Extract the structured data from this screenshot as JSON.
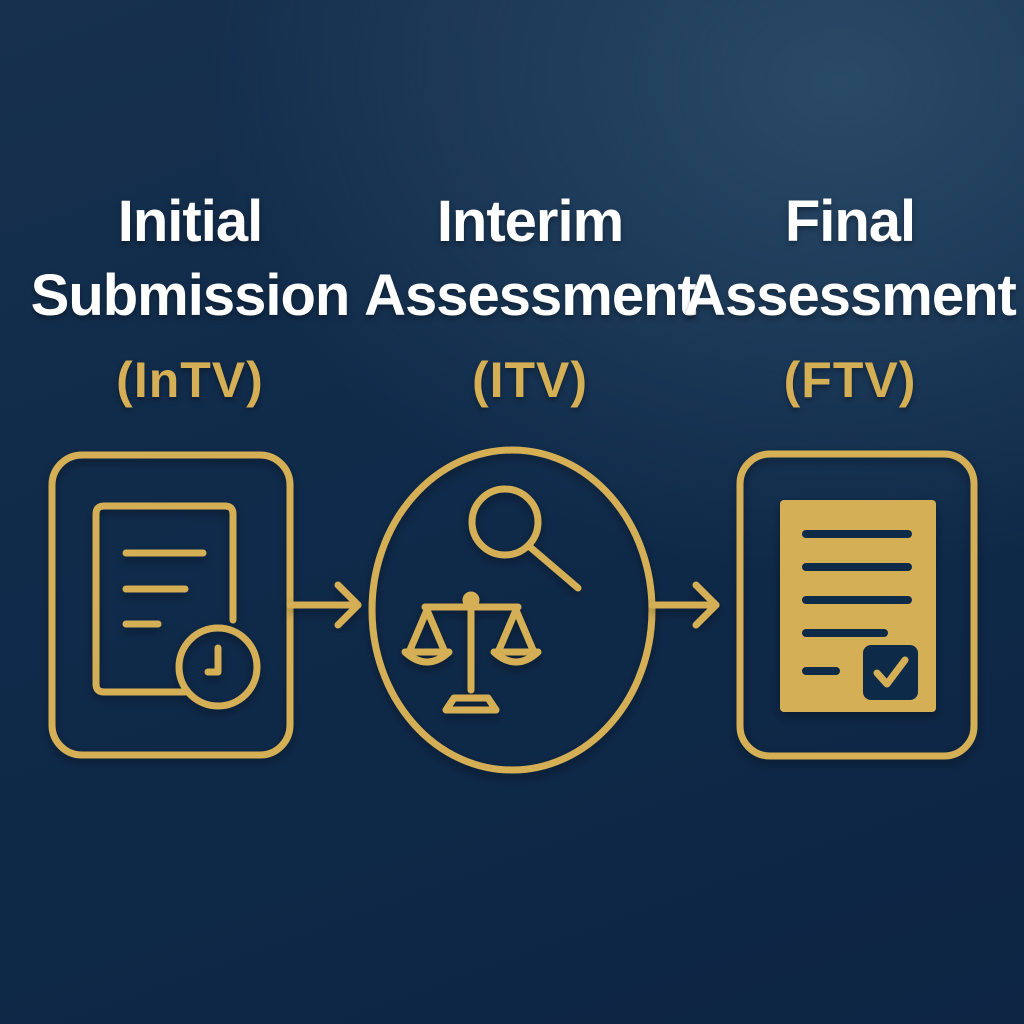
{
  "colors": {
    "background": "#0f2a4a",
    "gold": "#d4af55",
    "text": "#ffffff"
  },
  "stages": [
    {
      "title_line1": "Initial",
      "title_line2": "Submission",
      "abbr": "(InTV)",
      "icon": "document-clock-icon"
    },
    {
      "title_line1": "Interim",
      "title_line2": "Assessment",
      "abbr": "(ITV)",
      "icon": "magnifier-scales-icon"
    },
    {
      "title_line1": "Final",
      "title_line2": "Assessment",
      "abbr": "(FTV)",
      "icon": "checked-report-icon"
    }
  ],
  "connectors": [
    "arrow-right-icon",
    "arrow-right-icon"
  ]
}
